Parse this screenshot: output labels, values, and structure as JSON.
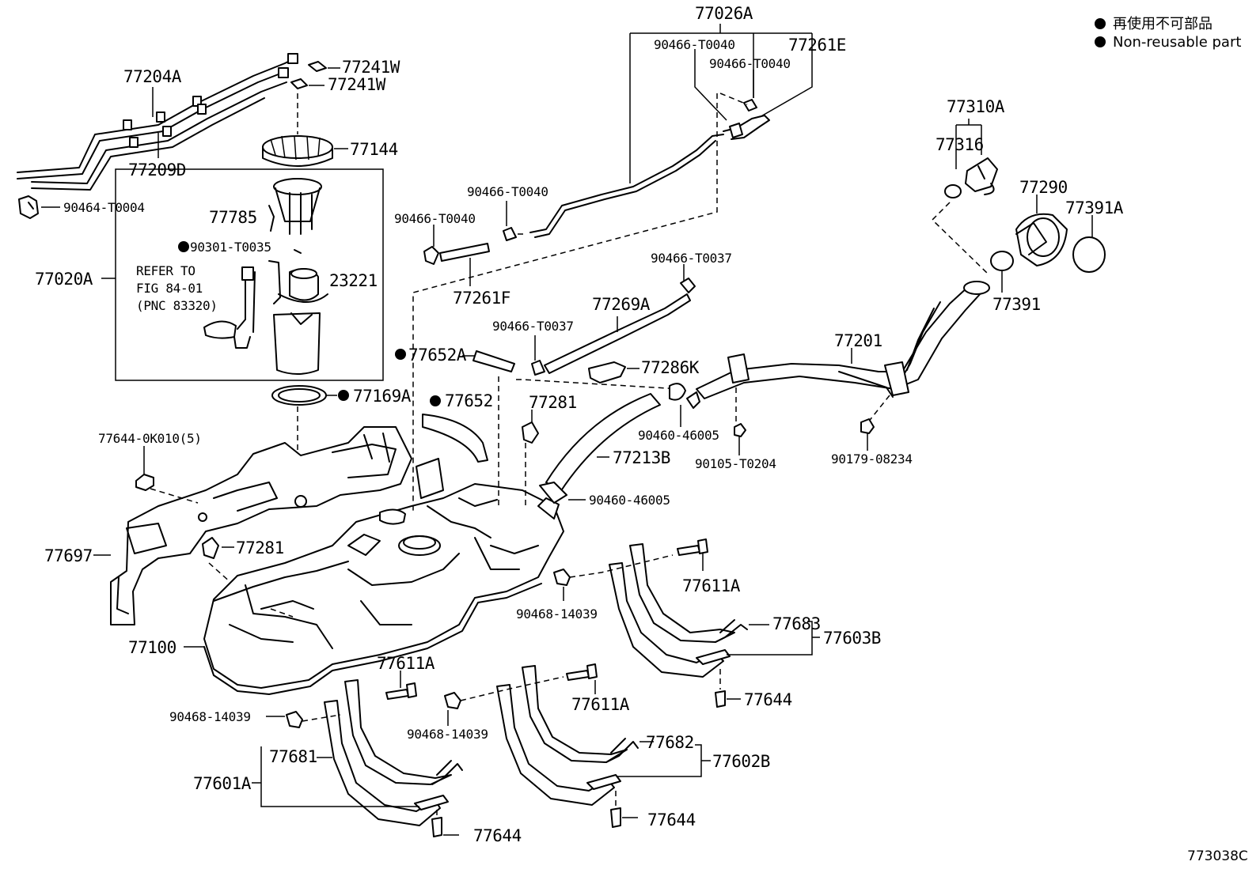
{
  "legend": {
    "line_jp": "再使用不可部品",
    "line_en": "Non-reusable part"
  },
  "figure_code": "773038C",
  "refer_note": {
    "line1": "REFER TO",
    "line2": "FIG 84-01",
    "line3": "(PNC 83320)"
  },
  "labels": {
    "p77026A": "77026A",
    "p90466_T0040_a": "90466-T0040",
    "p77261E": "77261E",
    "p90466_T0040_b": "90466-T0040",
    "p77204A": "77204A",
    "p77241W_a": "77241W",
    "p77241W_b": "77241W",
    "p77144": "77144",
    "p77209D": "77209D",
    "p90464_T0004": "90464-T0004",
    "p77785": "77785",
    "p90301_T0035": "90301-T0035",
    "p23221": "23221",
    "p77020A": "77020A",
    "p90466_T0040_c": "90466-T0040",
    "p90466_T0040_d": "90466-T0040",
    "p77261F": "77261F",
    "p90466_T0037_a": "90466-T0037",
    "p77269A": "77269A",
    "p90466_T0037_b": "90466-T0037",
    "p77652A": "77652A",
    "p77286K": "77286K",
    "p77310A": "77310A",
    "p77316": "77316",
    "p77290": "77290",
    "p77391A": "77391A",
    "p77391": "77391",
    "p77201": "77201",
    "p77169A": "77169A",
    "p77652": "77652",
    "p77281_a": "77281",
    "p90460_46005_a": "90460-46005",
    "p90105_T0204": "90105-T0204",
    "p90179_08234": "90179-08234",
    "p77644_0K010": "77644-0K010(5)",
    "p77213B": "77213B",
    "p90460_46005_b": "90460-46005",
    "p77697": "77697",
    "p77281_b": "77281",
    "p77611A_a": "77611A",
    "p90468_14039_a": "90468-14039",
    "p77683": "77683",
    "p77603B": "77603B",
    "p77100": "77100",
    "p77611A_b": "77611A",
    "p77644_a": "77644",
    "p90468_14039_b": "90468-14039",
    "p77611A_c": "77611A",
    "p90468_14039_c": "90468-14039",
    "p77681": "77681",
    "p77682": "77682",
    "p77602B": "77602B",
    "p77601A": "77601A",
    "p77644_b": "77644",
    "p77644_c": "77644"
  }
}
